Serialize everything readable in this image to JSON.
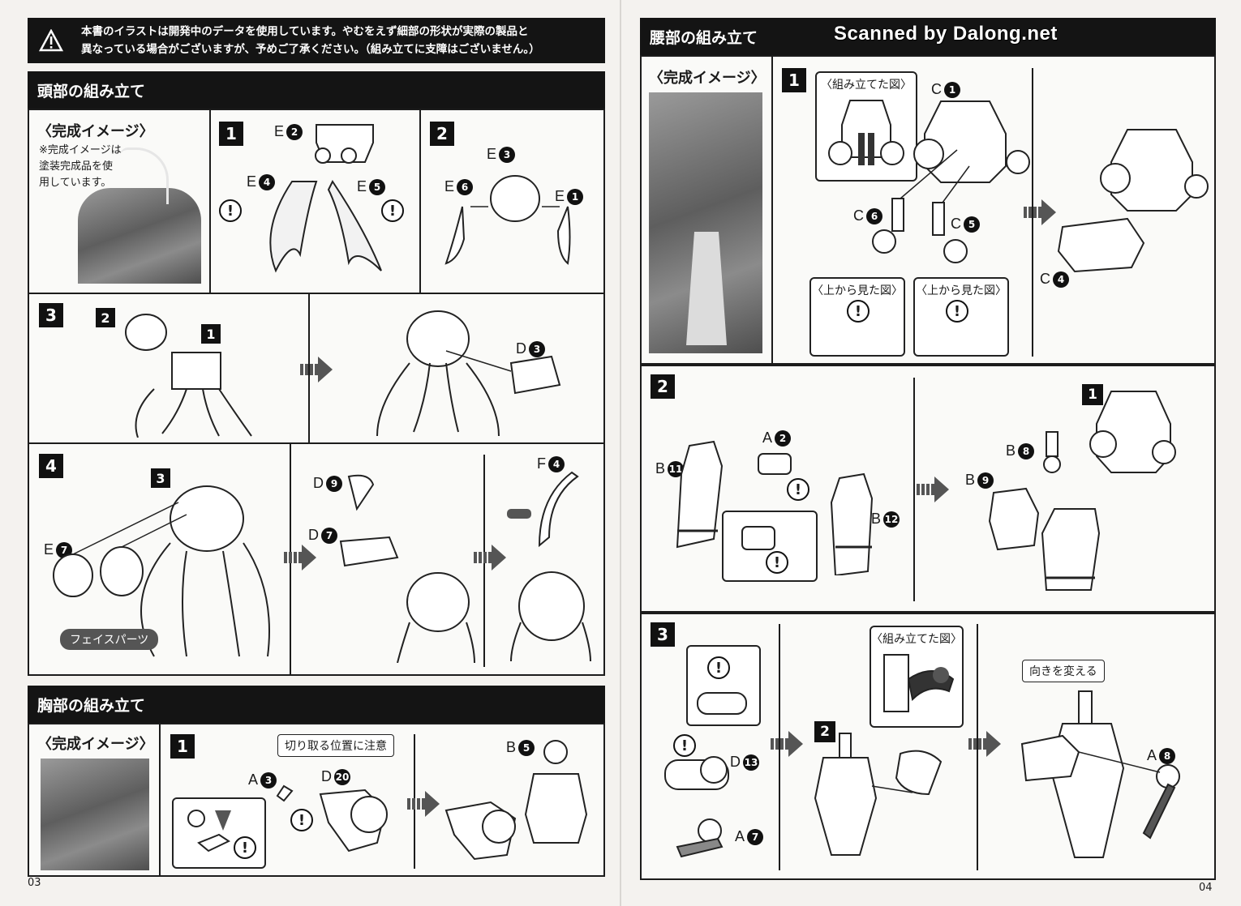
{
  "warning": {
    "line1": "本書のイラストは開発中のデータを使用しています。やむをえず細部の形状が実際の製品と",
    "line2": "異なっている場合がございますが、予めご了承ください。（組み立てに支障はございません。）"
  },
  "watermark": "Scanned by Dalong.net",
  "page_numbers": {
    "left": "03",
    "right": "04"
  },
  "head": {
    "title": "頭部の組み立て",
    "preview_caption": "〈完成イメージ〉",
    "preview_note": "※完成イメージは\n塗装完成品を使\n用しています。",
    "face_parts": "フェイスパーツ"
  },
  "chest": {
    "title": "胸部の組み立て",
    "preview_caption": "〈完成イメージ〉",
    "cut_note": "切り取る位置に注意"
  },
  "waist": {
    "title": "腰部の組み立て",
    "preview_caption": "〈完成イメージ〉",
    "assembled_view": "〈組み立てた図〉",
    "top_view": "〈上から見た図〉",
    "change_direction": "向きを変える"
  },
  "steps": [
    "1",
    "2",
    "3",
    "4"
  ],
  "sub_steps": [
    "1",
    "2",
    "3"
  ],
  "parts": {
    "E2": {
      "letter": "E",
      "n": "2"
    },
    "E4": {
      "letter": "E",
      "n": "4"
    },
    "E5": {
      "letter": "E",
      "n": "5"
    },
    "E3": {
      "letter": "E",
      "n": "3"
    },
    "E6": {
      "letter": "E",
      "n": "6"
    },
    "E1": {
      "letter": "E",
      "n": "1"
    },
    "E7": {
      "letter": "E",
      "n": "7"
    },
    "D3": {
      "letter": "D",
      "n": "3"
    },
    "D9": {
      "letter": "D",
      "n": "9"
    },
    "D7": {
      "letter": "D",
      "n": "7"
    },
    "F4": {
      "letter": "F",
      "n": "4"
    },
    "A3": {
      "letter": "A",
      "n": "3"
    },
    "D20": {
      "letter": "D",
      "n": "20"
    },
    "B5": {
      "letter": "B",
      "n": "5"
    },
    "C1": {
      "letter": "C",
      "n": "1"
    },
    "C6": {
      "letter": "C",
      "n": "6"
    },
    "C5": {
      "letter": "C",
      "n": "5"
    },
    "C4": {
      "letter": "C",
      "n": "4"
    },
    "A2": {
      "letter": "A",
      "n": "2"
    },
    "B11": {
      "letter": "B",
      "n": "11"
    },
    "B12": {
      "letter": "B",
      "n": "12"
    },
    "B8": {
      "letter": "B",
      "n": "8"
    },
    "B9": {
      "letter": "B",
      "n": "9"
    },
    "D13": {
      "letter": "D",
      "n": "13"
    },
    "A7": {
      "letter": "A",
      "n": "7"
    },
    "A8": {
      "letter": "A",
      "n": "8"
    }
  },
  "warning_mark": "!",
  "icons": {
    "warning": "warning-triangle-icon",
    "caution": "exclamation-circle-icon",
    "next": "dashed-arrow-icon"
  }
}
